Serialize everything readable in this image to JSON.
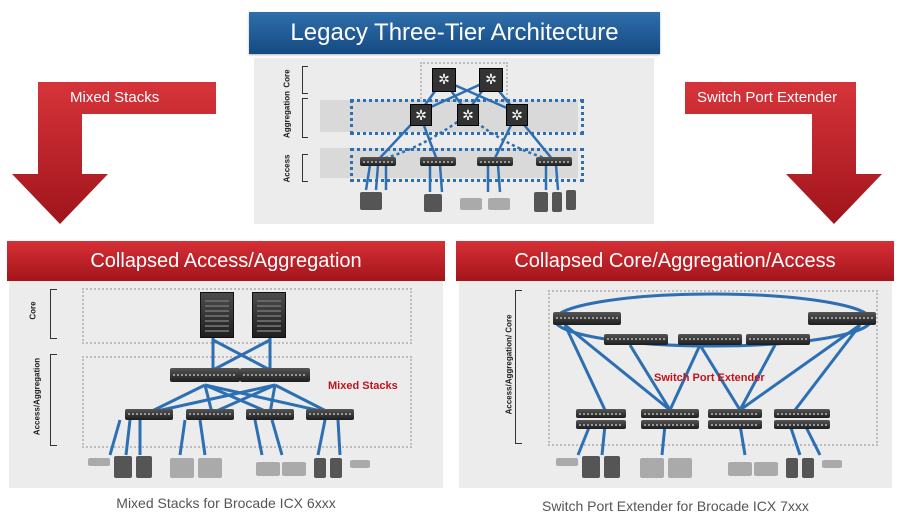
{
  "top": {
    "title": "Legacy Three-Tier Architecture",
    "tiers": [
      "Core",
      "Aggregation",
      "Access"
    ]
  },
  "left_arrow": {
    "label": "Mixed Stacks"
  },
  "right_arrow": {
    "label": "Switch Port Extender"
  },
  "left_panel": {
    "title": "Collapsed Access/Aggregation",
    "tiers": [
      "Core",
      "Access/Aggregation"
    ],
    "callout": "Mixed Stacks",
    "caption": "Mixed Stacks for Brocade ICX 6xxx"
  },
  "right_panel": {
    "title": "Collapsed Core/Aggregation/Access",
    "tiers": [
      "Access/Aggregation/ Core"
    ],
    "callout": "Switch Port Extender",
    "caption": "Switch Port Extender for Brocade ICX 7xxx"
  },
  "colors": {
    "blue_banner": "#1f5a94",
    "red_banner": "#c0141b",
    "link": "#2d6fb3"
  }
}
